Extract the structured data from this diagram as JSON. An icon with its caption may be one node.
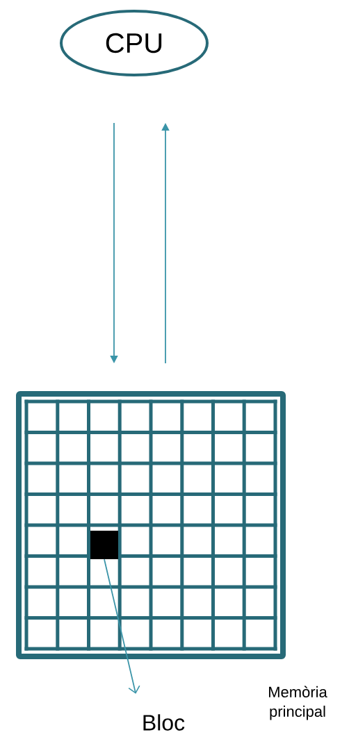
{
  "diagram": {
    "nodes": [
      {
        "text": [
          "CPU"
        ]
      },
      {
        "text": [],
        "shape": "box",
        "beside": [
          "Memòria principal"
        ]
      },
      {
        "text": [
          "Bloc"
        ]
      },
      {
        "text": [],
        "shape": "box",
        "in": 1
      }
    ],
    "edges": [
      {
        "from": 0,
        "to": 1,
        "arrow": "to"
      },
      {
        "from": 1,
        "to": 0,
        "arrow": "to"
      },
      {
        "from": 3,
        "to": 2,
        "arrow": "to"
      }
    ]
  }
}
